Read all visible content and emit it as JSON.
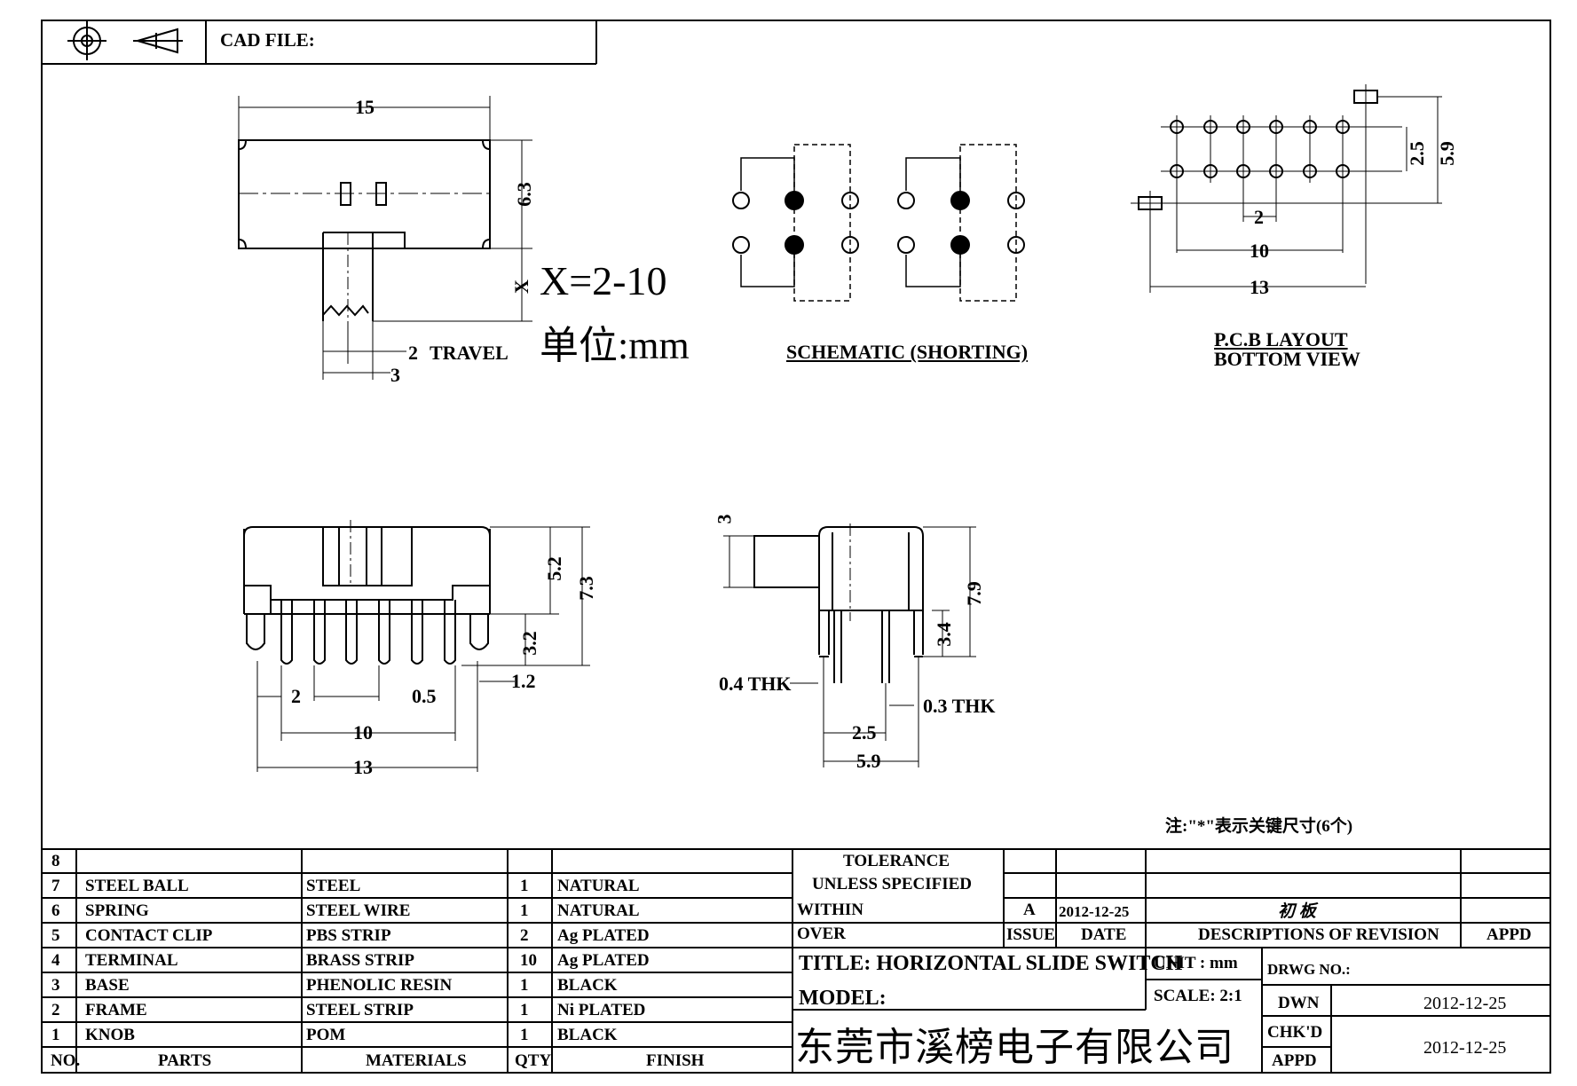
{
  "header": {
    "cad_file_label": "CAD FILE:",
    "icons": [
      "projection-circle-icon",
      "projection-cone-icon"
    ]
  },
  "top_view": {
    "width_dim": "15",
    "height_dim": "6.3",
    "x_dim": "X",
    "x_range": "X=2-10",
    "unit_note": "单位:mm",
    "travel_dim": "2",
    "travel_label": "TRAVEL",
    "knob_dim": "3"
  },
  "schematic": {
    "caption": "SCHEMATIC (SHORTING)"
  },
  "pcb": {
    "caption_line1": "P.C.B LAYOUT",
    "caption_line2": "BOTTOM VIEW",
    "dim_pitch": "2",
    "dim_10": "10",
    "dim_13": "13",
    "dim_25": "2.5",
    "dim_59": "5.9"
  },
  "front_view": {
    "dim_52": "5.2",
    "dim_73": "7.3",
    "dim_32": "3.2",
    "dim_12": "1.2",
    "dim_2": "2",
    "dim_05": "0.5",
    "dim_10": "10",
    "dim_13": "13"
  },
  "side_view": {
    "dim_3": "3",
    "dim_79": "7.9",
    "dim_34": "3.4",
    "thk_04": "0.4 THK",
    "thk_03": "0.3 THK",
    "dim_25": "2.5",
    "dim_59": "5.9"
  },
  "note": "注:\"*\"表示关键尺寸(6个)",
  "bom": {
    "rows": [
      {
        "no": "8",
        "part": "",
        "material": "",
        "qty": "",
        "finish": ""
      },
      {
        "no": "7",
        "part": "STEEL BALL",
        "material": "STEEL",
        "qty": "1",
        "finish": "NATURAL"
      },
      {
        "no": "6",
        "part": "SPRING",
        "material": "STEEL WIRE",
        "qty": "1",
        "finish": "NATURAL"
      },
      {
        "no": "5",
        "part": "CONTACT CLIP",
        "material": "PBS STRIP",
        "qty": "2",
        "finish": "Ag PLATED"
      },
      {
        "no": "4",
        "part": "TERMINAL",
        "material": "BRASS STRIP",
        "qty": "10",
        "finish": "Ag PLATED"
      },
      {
        "no": "3",
        "part": "BASE",
        "material": "PHENOLIC RESIN",
        "qty": "1",
        "finish": "BLACK"
      },
      {
        "no": "2",
        "part": "FRAME",
        "material": "STEEL STRIP",
        "qty": "1",
        "finish": "Ni PLATED"
      },
      {
        "no": "1",
        "part": "KNOB",
        "material": "POM",
        "qty": "1",
        "finish": "BLACK"
      }
    ],
    "headers": {
      "no": "NO.",
      "part": "PARTS",
      "material": "MATERIALS",
      "qty": "QTY",
      "finish": "FINISH"
    }
  },
  "title_block": {
    "tolerance_1": "TOLERANCE",
    "tolerance_2": "UNLESS  SPECIFIED",
    "within": "WITHIN",
    "over": "OVER",
    "issue_value": "A",
    "issue_date": "2012-12-25",
    "revision_desc": "初 板",
    "issue_label": "ISSUE",
    "date_label": "DATE",
    "descriptions_label": "DESCRIPTIONS  OF  REVISION",
    "appd_label": "APPD",
    "title": "TITLE:  HORIZONTAL  SLIDE  SWITCH",
    "unit": "UNIT : mm",
    "drwg_no": "DRWG  NO.:",
    "model": "MODEL:",
    "scale": "SCALE:  2:1",
    "dwn_label": "DWN",
    "dwn_date": "2012-12-25",
    "company": "东莞市溪榜电子有限公司",
    "chkd_label": "CHK'D",
    "chkd_date": "2012-12-25",
    "appd2_label": "APPD"
  }
}
